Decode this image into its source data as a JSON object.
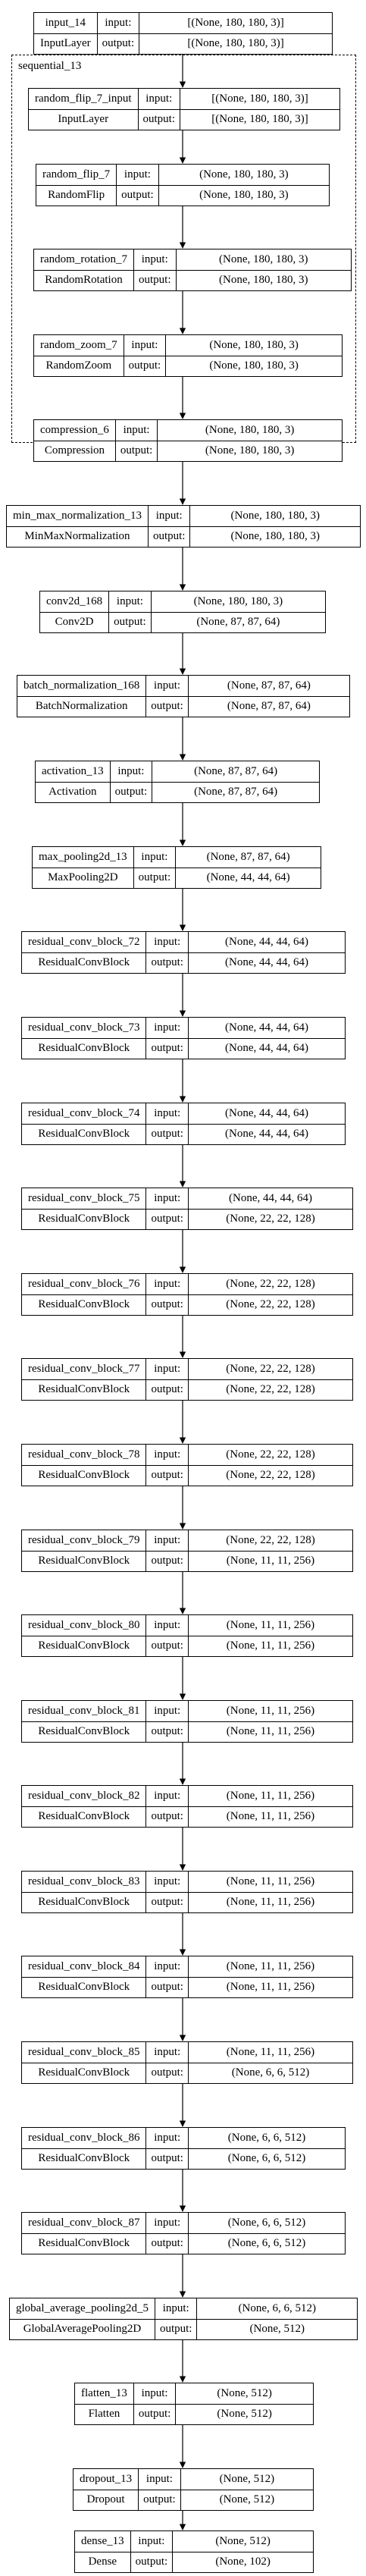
{
  "labels": {
    "input": "input:",
    "output": "output:"
  },
  "cluster": {
    "name": "sequential_13"
  },
  "nodes": [
    {
      "name": "input_14",
      "cls": "InputLayer",
      "in": "[(None, 180, 180, 3)]",
      "out": "[(None, 180, 180, 3)]"
    },
    {
      "name": "random_flip_7_input",
      "cls": "InputLayer",
      "in": "[(None, 180, 180, 3)]",
      "out": "[(None, 180, 180, 3)]"
    },
    {
      "name": "random_flip_7",
      "cls": "RandomFlip",
      "in": "(None, 180, 180, 3)",
      "out": "(None, 180, 180, 3)"
    },
    {
      "name": "random_rotation_7",
      "cls": "RandomRotation",
      "in": "(None, 180, 180, 3)",
      "out": "(None, 180, 180, 3)"
    },
    {
      "name": "random_zoom_7",
      "cls": "RandomZoom",
      "in": "(None, 180, 180, 3)",
      "out": "(None, 180, 180, 3)"
    },
    {
      "name": "compression_6",
      "cls": "Compression",
      "in": "(None, 180, 180, 3)",
      "out": "(None, 180, 180, 3)"
    },
    {
      "name": "min_max_normalization_13",
      "cls": "MinMaxNormalization",
      "in": "(None, 180, 180, 3)",
      "out": "(None, 180, 180, 3)"
    },
    {
      "name": "conv2d_168",
      "cls": "Conv2D",
      "in": "(None, 180, 180, 3)",
      "out": "(None, 87, 87, 64)"
    },
    {
      "name": "batch_normalization_168",
      "cls": "BatchNormalization",
      "in": "(None, 87, 87, 64)",
      "out": "(None, 87, 87, 64)"
    },
    {
      "name": "activation_13",
      "cls": "Activation",
      "in": "(None, 87, 87, 64)",
      "out": "(None, 87, 87, 64)"
    },
    {
      "name": "max_pooling2d_13",
      "cls": "MaxPooling2D",
      "in": "(None, 87, 87, 64)",
      "out": "(None, 44, 44, 64)"
    },
    {
      "name": "residual_conv_block_72",
      "cls": "ResidualConvBlock",
      "in": "(None, 44, 44, 64)",
      "out": "(None, 44, 44, 64)"
    },
    {
      "name": "residual_conv_block_73",
      "cls": "ResidualConvBlock",
      "in": "(None, 44, 44, 64)",
      "out": "(None, 44, 44, 64)"
    },
    {
      "name": "residual_conv_block_74",
      "cls": "ResidualConvBlock",
      "in": "(None, 44, 44, 64)",
      "out": "(None, 44, 44, 64)"
    },
    {
      "name": "residual_conv_block_75",
      "cls": "ResidualConvBlock",
      "in": "(None, 44, 44, 64)",
      "out": "(None, 22, 22, 128)"
    },
    {
      "name": "residual_conv_block_76",
      "cls": "ResidualConvBlock",
      "in": "(None, 22, 22, 128)",
      "out": "(None, 22, 22, 128)"
    },
    {
      "name": "residual_conv_block_77",
      "cls": "ResidualConvBlock",
      "in": "(None, 22, 22, 128)",
      "out": "(None, 22, 22, 128)"
    },
    {
      "name": "residual_conv_block_78",
      "cls": "ResidualConvBlock",
      "in": "(None, 22, 22, 128)",
      "out": "(None, 22, 22, 128)"
    },
    {
      "name": "residual_conv_block_79",
      "cls": "ResidualConvBlock",
      "in": "(None, 22, 22, 128)",
      "out": "(None, 11, 11, 256)"
    },
    {
      "name": "residual_conv_block_80",
      "cls": "ResidualConvBlock",
      "in": "(None, 11, 11, 256)",
      "out": "(None, 11, 11, 256)"
    },
    {
      "name": "residual_conv_block_81",
      "cls": "ResidualConvBlock",
      "in": "(None, 11, 11, 256)",
      "out": "(None, 11, 11, 256)"
    },
    {
      "name": "residual_conv_block_82",
      "cls": "ResidualConvBlock",
      "in": "(None, 11, 11, 256)",
      "out": "(None, 11, 11, 256)"
    },
    {
      "name": "residual_conv_block_83",
      "cls": "ResidualConvBlock",
      "in": "(None, 11, 11, 256)",
      "out": "(None, 11, 11, 256)"
    },
    {
      "name": "residual_conv_block_84",
      "cls": "ResidualConvBlock",
      "in": "(None, 11, 11, 256)",
      "out": "(None, 11, 11, 256)"
    },
    {
      "name": "residual_conv_block_85",
      "cls": "ResidualConvBlock",
      "in": "(None, 11, 11, 256)",
      "out": "(None, 6, 6, 512)"
    },
    {
      "name": "residual_conv_block_86",
      "cls": "ResidualConvBlock",
      "in": "(None, 6, 6, 512)",
      "out": "(None, 6, 6, 512)"
    },
    {
      "name": "residual_conv_block_87",
      "cls": "ResidualConvBlock",
      "in": "(None, 6, 6, 512)",
      "out": "(None, 6, 6, 512)"
    },
    {
      "name": "global_average_pooling2d_5",
      "cls": "GlobalAveragePooling2D",
      "in": "(None, 6, 6, 512)",
      "out": "(None, 512)"
    },
    {
      "name": "flatten_13",
      "cls": "Flatten",
      "in": "(None, 512)",
      "out": "(None, 512)"
    },
    {
      "name": "dropout_13",
      "cls": "Dropout",
      "in": "(None, 512)",
      "out": "(None, 512)"
    },
    {
      "name": "dense_13",
      "cls": "Dense",
      "in": "(None, 512)",
      "out": "(None, 102)"
    }
  ]
}
